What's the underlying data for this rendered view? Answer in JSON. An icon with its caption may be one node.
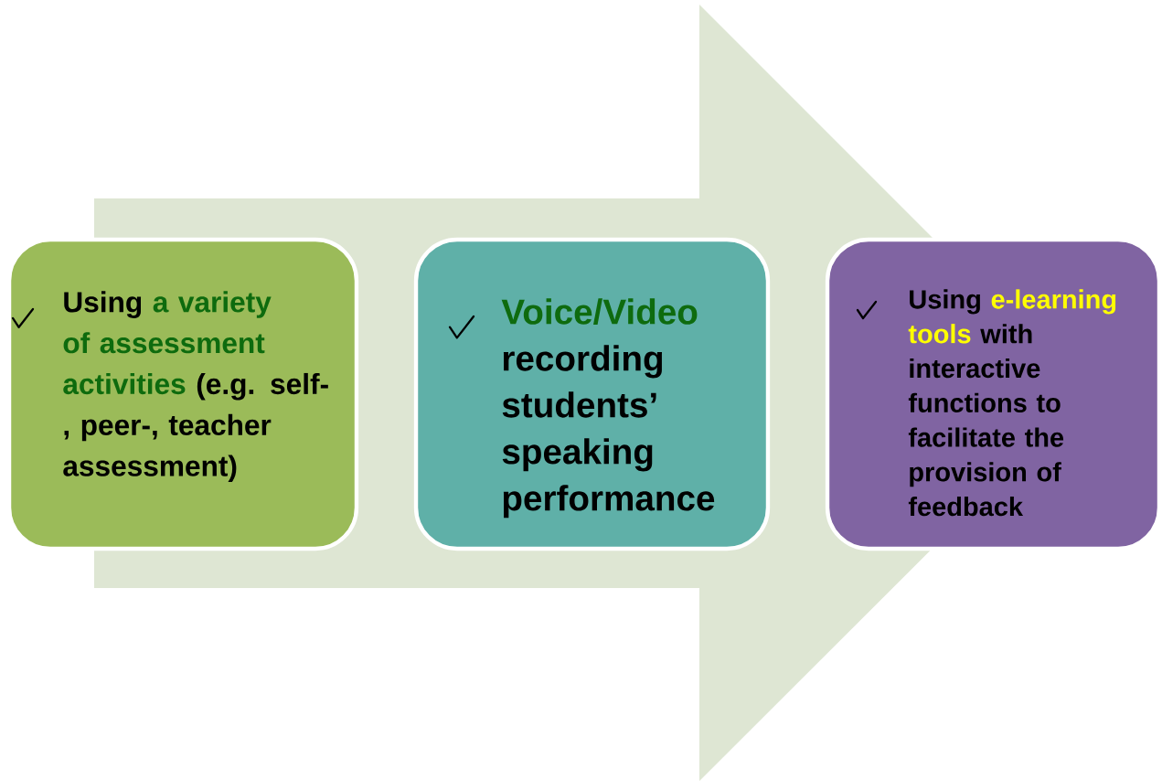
{
  "diagram": {
    "nodes": [
      {
        "text": [
          "Using",
          "a variety of assessment activities",
          "(e.g. self-, peer-, teacher assessment)"
        ]
      },
      {
        "text": [
          "Voice/Video",
          "recording students’ speaking performance"
        ]
      },
      {
        "text": [
          "Using",
          "e-learning tools",
          "with interactive functions to facilitate the provision of feedback"
        ]
      }
    ],
    "edges": [
      {
        "from": 0,
        "to": 2,
        "arrow": "to"
      }
    ]
  }
}
